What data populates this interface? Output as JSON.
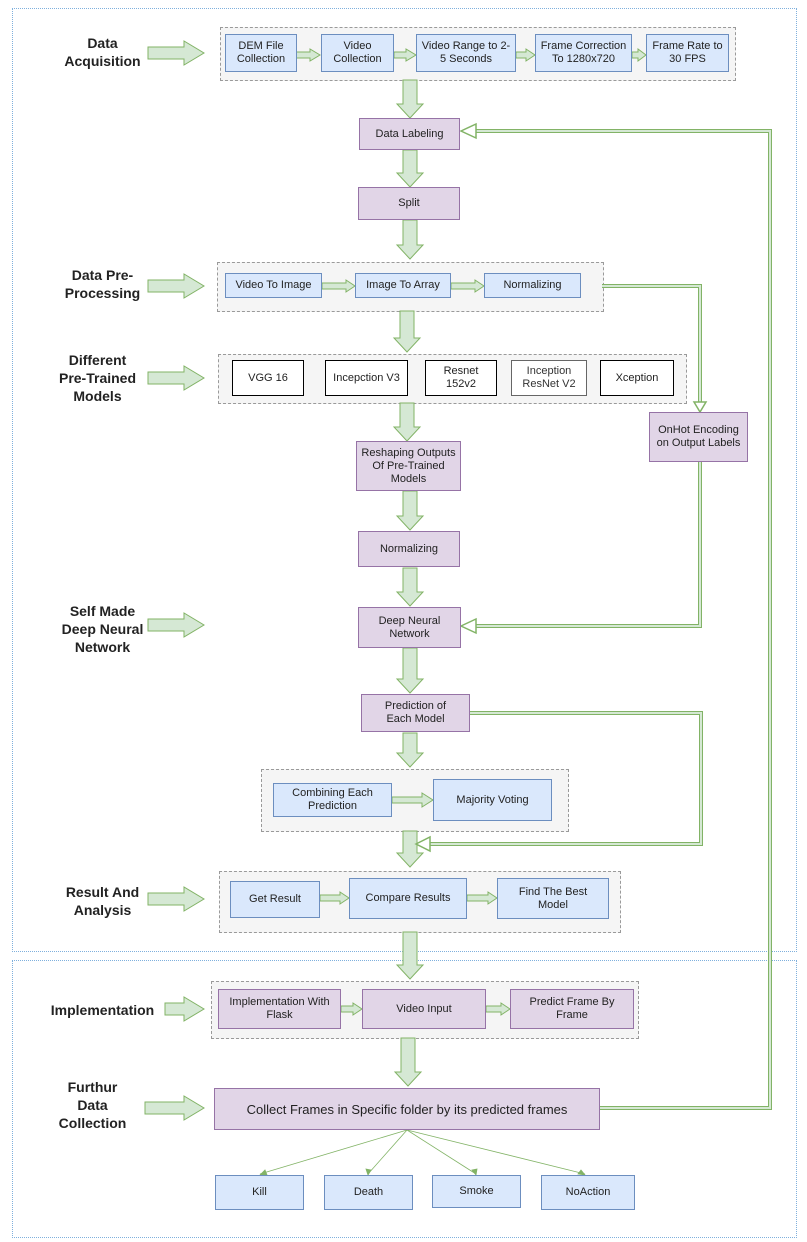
{
  "sections": {
    "data_acquisition": "Data\nAcquisition",
    "data_preprocessing": "Data Pre-\nProcessing",
    "pretrained_models": "Different\nPre-Trained\nModels",
    "self_made_dnn": "Self Made\nDeep Neural\nNetwork",
    "result_analysis": "Result And\nAnalysis",
    "implementation": "Implementation",
    "further_data_collection": "Furthur\nData\nCollection"
  },
  "acquisition_steps": {
    "dem_file": "DEM File\nCollection",
    "video_collection": "Video\nCollection",
    "video_range": "Video Range to 2-\n5 Seconds",
    "frame_correction": "Frame Correction\nTo 1280x720",
    "frame_rate": "Frame Rate to\n30 FPS"
  },
  "pipeline": {
    "data_labeling": "Data Labeling",
    "split": "Split",
    "reshaping": "Reshaping Outputs\nOf Pre-Trained\nModels",
    "normalizing_2": "Normalizing",
    "dnn": "Deep Neural\nNetwork",
    "prediction": "Prediction of\nEach Model",
    "onehot": "OnHot Encoding\non Output Labels"
  },
  "preprocessing_steps": {
    "video_to_image": "Video To Image",
    "image_to_array": "Image To Array",
    "normalizing": "Normalizing"
  },
  "models": {
    "vgg16": "VGG 16",
    "inception_v3": "Incepction V3",
    "resnet": "Resnet\n152v2",
    "inception_resnet": "Inception\nResNet V2",
    "xception": "Xception"
  },
  "voting": {
    "combining": "Combining Each\nPrediction",
    "majority": "Majority Voting"
  },
  "results": {
    "get_result": "Get Result",
    "compare": "Compare Results",
    "find_best": "Find The Best\nModel"
  },
  "implementation_steps": {
    "flask": "Implementation With\nFlask",
    "video_input": "Video Input",
    "predict_frame": "Predict Frame By\nFrame"
  },
  "collect": {
    "collect_frames": "Collect Frames in Specific folder by its predicted frames"
  },
  "classes": {
    "kill": "Kill",
    "death": "Death",
    "smoke": "Smoke",
    "noaction": "NoAction"
  },
  "colors": {
    "arrow_fill": "#d5e8d4",
    "arrow_stroke": "#82b366",
    "blue_fill": "#dae8fc",
    "purple_fill": "#e1d5e7"
  }
}
